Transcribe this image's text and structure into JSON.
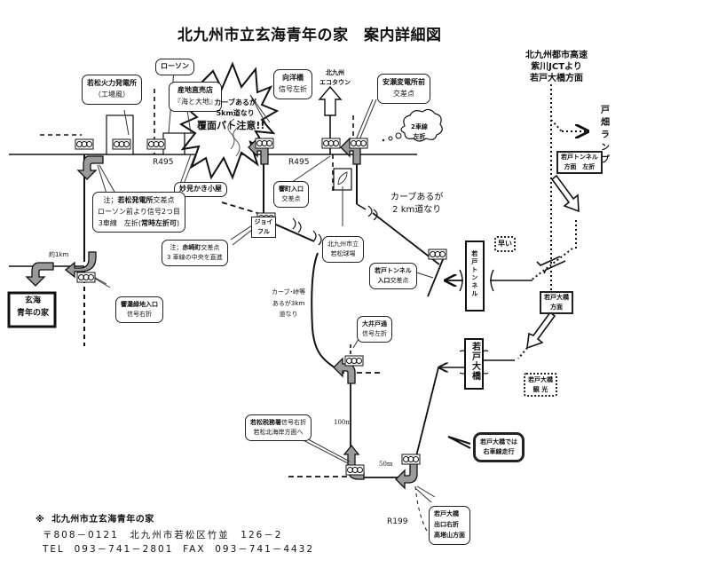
{
  "title": "北九州市立玄海青年の家　案内詳細図",
  "highway_note": [
    "北九州都市高速",
    "紫川JCTより",
    "若戸大橋方面"
  ],
  "tobata_ramp": "戸畑ランプ",
  "roads": {
    "r495_left": "R495",
    "r495_right": "R495",
    "r199": "R199"
  },
  "distances": {
    "about_1km": "約1km",
    "d100m": "100m",
    "d50m": "50m"
  },
  "callouts": {
    "power_plant": {
      "name": "若松火力発電所",
      "sub": "（工場風）"
    },
    "lawson": "ローソン",
    "direct_shop": {
      "name": "産地直売店",
      "sub": "『海と大地』"
    },
    "curve_warning": {
      "line1": "カーブあるが",
      "line2": "5km道なり",
      "line3": "覆面パト注意!!"
    },
    "mukaiyo": {
      "name": "向洋橋",
      "sub": "信号左折"
    },
    "kitakyushu_ecotown": [
      "北九州",
      "エコタウン"
    ],
    "anse_substation": {
      "name": "安瀬変電所前",
      "sub": "交差点"
    },
    "two_lane_left": [
      "2車線",
      "左折"
    ],
    "myoken_oyster": "妙見かき小屋",
    "power_plant_intersection": {
      "line1_prefix": "注；",
      "line1_bold": "若松発電所",
      "line1_suffix": "交差点",
      "line2": "ローソン前より信号2つ目",
      "line3_prefix": "3車線　左折(",
      "line3_bold": "常時左折可",
      "line3_suffix": ")"
    },
    "hibikimachi": {
      "name": "響町入口",
      "sub": "交差点"
    },
    "baseball_field": [
      "北九州市立",
      "若松球場"
    ],
    "curve_2km": [
      "カーブあるが",
      "2 km道なり"
    ],
    "joyful": [
      "ジョイ",
      "フル"
    ],
    "akasakimachi": {
      "line1_prefix": "注；",
      "line1_bold": "赤崎町",
      "line1_suffix": "交差点",
      "line2": "3 車線の中央を直進"
    },
    "hibiki_ryokuchi": {
      "name": "響灘緑地入口",
      "sub": "信号右折"
    },
    "destination": [
      "玄海",
      "青年の家"
    ],
    "curve_3km": [
      "カーブ･峠等",
      "あるが3km",
      "道なり"
    ],
    "wakato_tunnel_entrance": {
      "name": "若戸トンネル",
      "line2_bold": "入口",
      "line2": "交差点"
    },
    "wakato_tunnel": "若戸トンネル",
    "hayai": "早い",
    "wakato_tunnel_left": [
      "若戸トンネル",
      "方面　左折"
    ],
    "wakato_bridge_direction": [
      "若戸大橋",
      "方面"
    ],
    "oido": {
      "name": "大井戸通",
      "sub": "信号左折"
    },
    "wakato_bridge": "若戸大橋",
    "wakato_bridge_sightseeing": [
      "若戸大橋",
      "観 光"
    ],
    "tax_office": {
      "name": "若松税務署",
      "suffix": "信号右折",
      "sub": "若松北海岸方面へ"
    },
    "right_lane": [
      "若戸大橋では",
      "右車線走行"
    ],
    "bridge_exit": [
      "若戸大橋",
      "出口右折",
      "高塔山方面"
    ]
  },
  "signal_icon": "ооо",
  "footer": {
    "name_mark": "※",
    "name": "北九州市立玄海青年の家",
    "address": "〒808－0121　北九州市若松区竹並　126－2",
    "tel_label": "TEL",
    "tel": "093－741－2801",
    "fax_label": "FAX",
    "fax": "093－741－4432"
  }
}
